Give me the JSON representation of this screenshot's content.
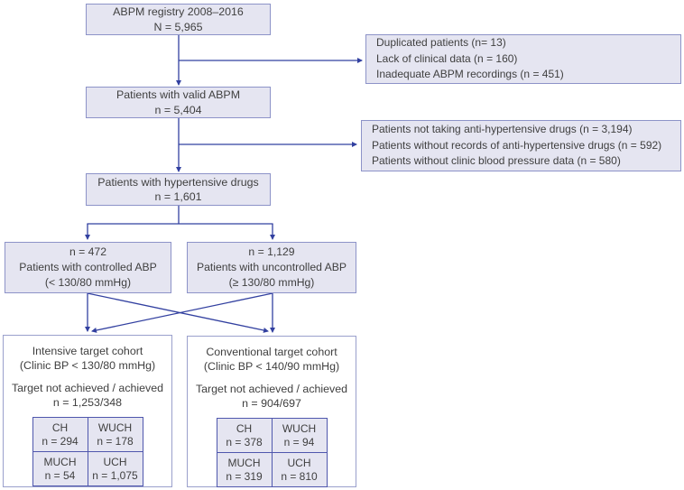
{
  "colors": {
    "background": "#ffffff",
    "box_fill": "#e5e5f1",
    "box_border": "#8d93c8",
    "white_box_border": "#9aa0cc",
    "table_border": "#4f57ad",
    "arrow": "#3240a0",
    "text": "#3f3f3f"
  },
  "flowchart": {
    "registry": {
      "line1": "ABPM registry 2008–2016",
      "line2": "N = 5,965"
    },
    "exclusion1": {
      "items": [
        "Duplicated patients (n= 13)",
        "Lack of clinical data (n = 160)",
        "Inadequate ABPM recordings (n = 451)"
      ]
    },
    "valid_abpm": {
      "line1": "Patients with valid ABPM",
      "line2": "n = 5,404"
    },
    "exclusion2": {
      "items": [
        "Patients not taking anti-hypertensive drugs (n = 3,194)",
        "Patients without records of anti-hypertensive drugs (n = 592)",
        "Patients without clinic blood pressure data (n = 580)"
      ]
    },
    "hypertensive_drugs": {
      "line1": "Patients with hypertensive drugs",
      "line2": "n = 1,601"
    },
    "controlled_abp": {
      "line1": "n = 472",
      "line2": "Patients with controlled ABP",
      "line3": "(< 130/80 mmHg)"
    },
    "uncontrolled_abp": {
      "line1": "n = 1,129",
      "line2": "Patients with uncontrolled ABP",
      "line3": "(≥ 130/80 mmHg)"
    },
    "intensive_cohort": {
      "title": "Intensive target cohort",
      "subtitle": "(Clinic BP < 130/80 mmHg)",
      "target_label": "Target not achieved / achieved",
      "target_n": "n = 1,253/348",
      "table": {
        "cells": [
          {
            "label": "CH",
            "n": "n = 294"
          },
          {
            "label": "WUCH",
            "n": "n = 178"
          },
          {
            "label": "MUCH",
            "n": "n = 54"
          },
          {
            "label": "UCH",
            "n": "n = 1,075"
          }
        ]
      }
    },
    "conventional_cohort": {
      "title": "Conventional target cohort",
      "subtitle": "(Clinic BP < 140/90 mmHg)",
      "target_label": "Target not achieved / achieved",
      "target_n": "n = 904/697",
      "table": {
        "cells": [
          {
            "label": "CH",
            "n": "n = 378"
          },
          {
            "label": "WUCH",
            "n": "n = 94"
          },
          {
            "label": "MUCH",
            "n": "n = 319"
          },
          {
            "label": "UCH",
            "n": "n = 810"
          }
        ]
      }
    }
  }
}
